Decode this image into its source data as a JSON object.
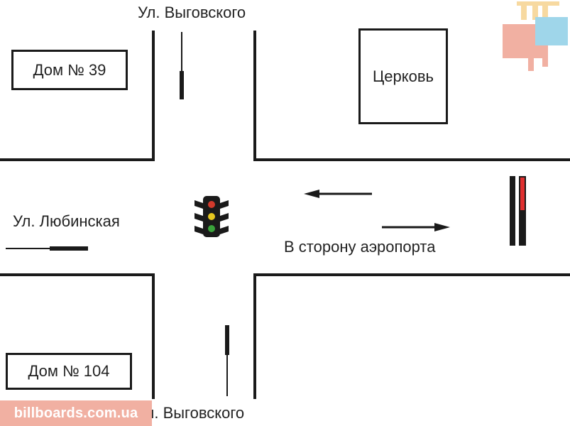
{
  "streets": {
    "top": "Ул. Выговского",
    "bottom": "Ул. Выговского",
    "left": "Ул. Любинская"
  },
  "buildings": {
    "house_39": "Дом № 39",
    "church": "Церковь",
    "house_104": "Дом № 104"
  },
  "direction": {
    "airport": "В сторону аэропорта"
  },
  "watermark": "billboards.com.ua",
  "colors": {
    "line": "#1a1a1a",
    "light_red": "#d33a2c",
    "light_yellow": "#e6c71f",
    "light_green": "#3aa33a",
    "barrier_red": "#e03030",
    "watermark_bg": "#f1b0a2"
  },
  "icons": [
    "traffic-light-icon",
    "barrier-icon",
    "billboard-logo-icon"
  ]
}
